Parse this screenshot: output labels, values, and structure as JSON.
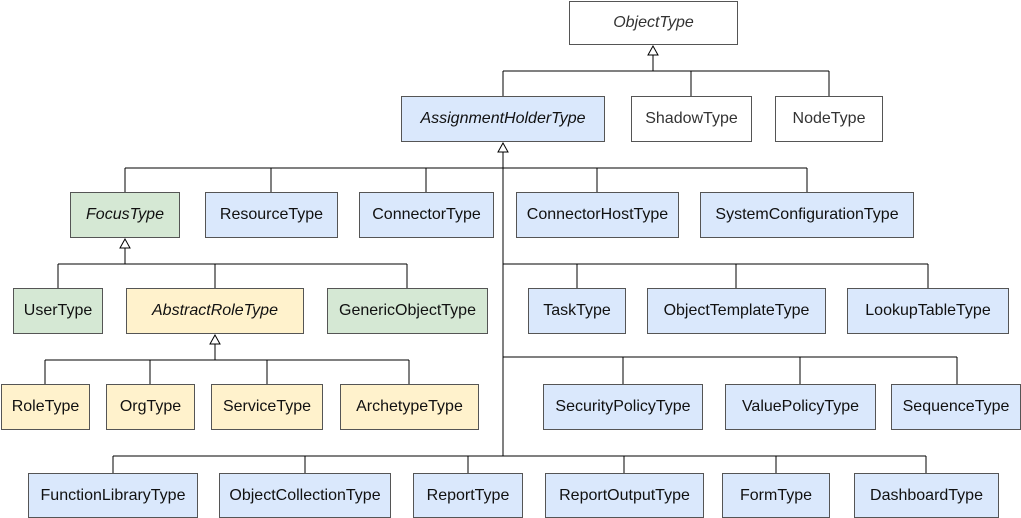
{
  "colors": {
    "blue": "#dae8fc",
    "green": "#d5e8d4",
    "yellow": "#fff2cc",
    "plain": "#ffffff",
    "line": "#000000"
  },
  "nodes": {
    "object_type": "ObjectType",
    "assignment_holder_type": "AssignmentHolderType",
    "shadow_type": "ShadowType",
    "node_type": "NodeType",
    "focus_type": "FocusType",
    "resource_type": "ResourceType",
    "connector_type": "ConnectorType",
    "connector_host_type": "ConnectorHostType",
    "system_configuration_type": "SystemConfigurationType",
    "user_type": "UserType",
    "abstract_role_type": "AbstractRoleType",
    "generic_object_type": "GenericObjectType",
    "task_type": "TaskType",
    "object_template_type": "ObjectTemplateType",
    "lookup_table_type": "LookupTableType",
    "role_type": "RoleType",
    "org_type": "OrgType",
    "service_type": "ServiceType",
    "archetype_type": "ArchetypeType",
    "security_policy_type": "SecurityPolicyType",
    "value_policy_type": "ValuePolicyType",
    "sequence_type": "SequenceType",
    "function_library_type": "FunctionLibraryType",
    "object_collection_type": "ObjectCollectionType",
    "report_type": "ReportType",
    "report_output_type": "ReportOutputType",
    "form_type": "FormType",
    "dashboard_type": "DashboardType"
  },
  "inheritance": [
    {
      "parent": "ObjectType",
      "children": [
        "AssignmentHolderType",
        "ShadowType",
        "NodeType"
      ]
    },
    {
      "parent": "AssignmentHolderType",
      "children": [
        "FocusType",
        "ResourceType",
        "ConnectorType",
        "ConnectorHostType",
        "SystemConfigurationType",
        "TaskType",
        "ObjectTemplateType",
        "LookupTableType",
        "SecurityPolicyType",
        "ValuePolicyType",
        "SequenceType",
        "FunctionLibraryType",
        "ObjectCollectionType",
        "ReportType",
        "ReportOutputType",
        "FormType",
        "DashboardType"
      ]
    },
    {
      "parent": "FocusType",
      "children": [
        "UserType",
        "AbstractRoleType",
        "GenericObjectType"
      ]
    },
    {
      "parent": "AbstractRoleType",
      "children": [
        "RoleType",
        "OrgType",
        "ServiceType",
        "ArchetypeType"
      ]
    }
  ]
}
